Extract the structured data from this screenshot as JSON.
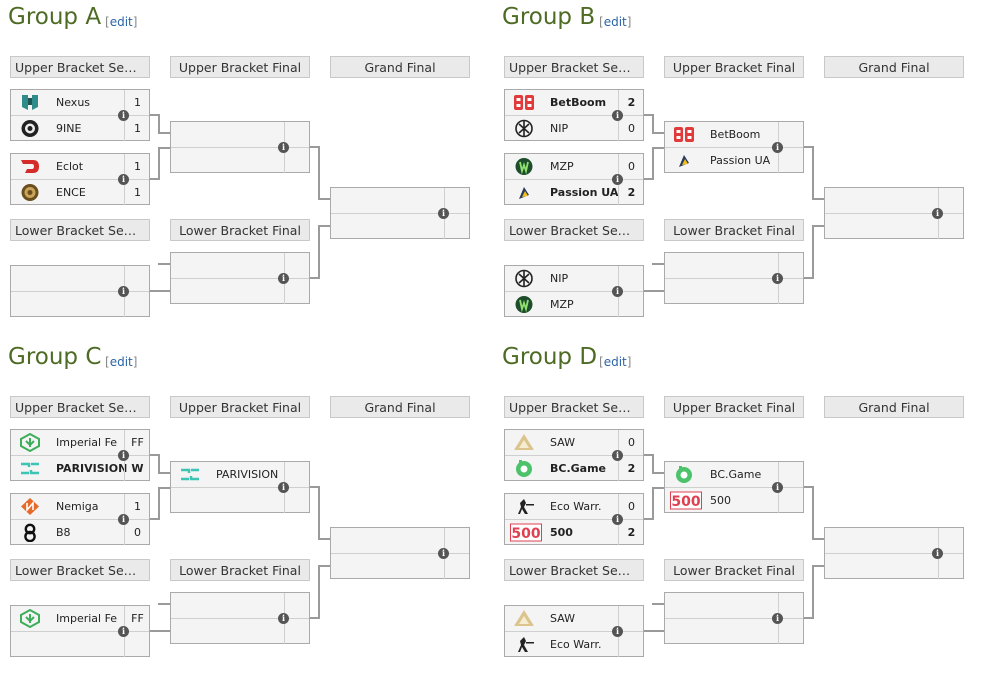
{
  "headers": {
    "ubs": "Upper Bracket Semifinals",
    "ubf": "Upper Bracket Final",
    "gf": "Grand Final",
    "lbs": "Lower Bracket Semifinal",
    "lbf": "Lower Bracket Final"
  },
  "edit_label": "edit",
  "info_glyph": "i",
  "groups": [
    {
      "title": "Group A",
      "ubs1": [
        {
          "name": "Nexus",
          "score": "1",
          "logo": "nexus-logo"
        },
        {
          "name": "9INE",
          "score": "1",
          "logo": "9ine-logo"
        }
      ],
      "ubs2": [
        {
          "name": "Eclot",
          "score": "1",
          "logo": "eclot-logo"
        },
        {
          "name": "ENCE",
          "score": "1",
          "logo": "ence-logo"
        }
      ],
      "ubf": [
        {
          "name": "",
          "score": ""
        },
        {
          "name": "",
          "score": ""
        }
      ],
      "lbs": [
        {
          "name": "",
          "score": ""
        },
        {
          "name": "",
          "score": ""
        }
      ],
      "lbf": [
        {
          "name": "",
          "score": ""
        },
        {
          "name": "",
          "score": ""
        }
      ],
      "gf": [
        {
          "name": "",
          "score": ""
        },
        {
          "name": "",
          "score": ""
        }
      ]
    },
    {
      "title": "Group B",
      "ubs1": [
        {
          "name": "BetBoom",
          "score": "2",
          "bold": true,
          "logo": "betboom-logo"
        },
        {
          "name": "NIP",
          "score": "0",
          "logo": "nip-logo"
        }
      ],
      "ubs2": [
        {
          "name": "MZP",
          "score": "0",
          "logo": "mzp-logo"
        },
        {
          "name": "Passion UA",
          "score": "2",
          "bold": true,
          "logo": "passion-ua-logo"
        }
      ],
      "ubf": [
        {
          "name": "BetBoom",
          "score": "",
          "logo": "betboom-logo"
        },
        {
          "name": "Passion UA",
          "score": "",
          "logo": "passion-ua-logo"
        }
      ],
      "lbs": [
        {
          "name": "NIP",
          "score": "",
          "logo": "nip-logo"
        },
        {
          "name": "MZP",
          "score": "",
          "logo": "mzp-logo"
        }
      ],
      "lbf": [
        {
          "name": "",
          "score": ""
        },
        {
          "name": "",
          "score": ""
        }
      ],
      "gf": [
        {
          "name": "",
          "score": ""
        },
        {
          "name": "",
          "score": ""
        }
      ]
    },
    {
      "title": "Group C",
      "ubs1": [
        {
          "name": "Imperial Fe",
          "score": "FF",
          "logo": "imperial-logo"
        },
        {
          "name": "PARIVISION",
          "score": "W",
          "bold": true,
          "logo": "parivision-logo"
        }
      ],
      "ubs2": [
        {
          "name": "Nemiga",
          "score": "1",
          "logo": "nemiga-logo"
        },
        {
          "name": "B8",
          "score": "0",
          "logo": "b8-logo"
        }
      ],
      "ubf": [
        {
          "name": "PARIVISION",
          "score": "",
          "logo": "parivision-logo"
        },
        {
          "name": "",
          "score": ""
        }
      ],
      "lbs": [
        {
          "name": "Imperial Fe",
          "score": "FF",
          "logo": "imperial-logo"
        },
        {
          "name": "",
          "score": ""
        }
      ],
      "lbf": [
        {
          "name": "",
          "score": ""
        },
        {
          "name": "",
          "score": ""
        }
      ],
      "gf": [
        {
          "name": "",
          "score": ""
        },
        {
          "name": "",
          "score": ""
        }
      ]
    },
    {
      "title": "Group D",
      "ubs1": [
        {
          "name": "SAW",
          "score": "0",
          "logo": "saw-logo"
        },
        {
          "name": "BC.Game",
          "score": "2",
          "bold": true,
          "logo": "bcgame-logo"
        }
      ],
      "ubs2": [
        {
          "name": "Eco Warr.",
          "score": "0",
          "logo": "ecowarr-logo"
        },
        {
          "name": "500",
          "score": "2",
          "bold": true,
          "logo": "500-logo"
        }
      ],
      "ubf": [
        {
          "name": "BC.Game",
          "score": "",
          "logo": "bcgame-logo"
        },
        {
          "name": "500",
          "score": "",
          "logo": "500-logo"
        }
      ],
      "lbs": [
        {
          "name": "SAW",
          "score": "",
          "logo": "saw-logo"
        },
        {
          "name": "Eco Warr.",
          "score": "",
          "logo": "ecowarr-logo"
        }
      ],
      "lbf": [
        {
          "name": "",
          "score": ""
        },
        {
          "name": "",
          "score": ""
        }
      ],
      "gf": [
        {
          "name": "",
          "score": ""
        },
        {
          "name": "",
          "score": ""
        }
      ]
    }
  ],
  "colors": {
    "title": "#4e6b24",
    "link": "#2a64a8",
    "header_bg": "#eaeaea",
    "connector": "#9a9a9a"
  }
}
